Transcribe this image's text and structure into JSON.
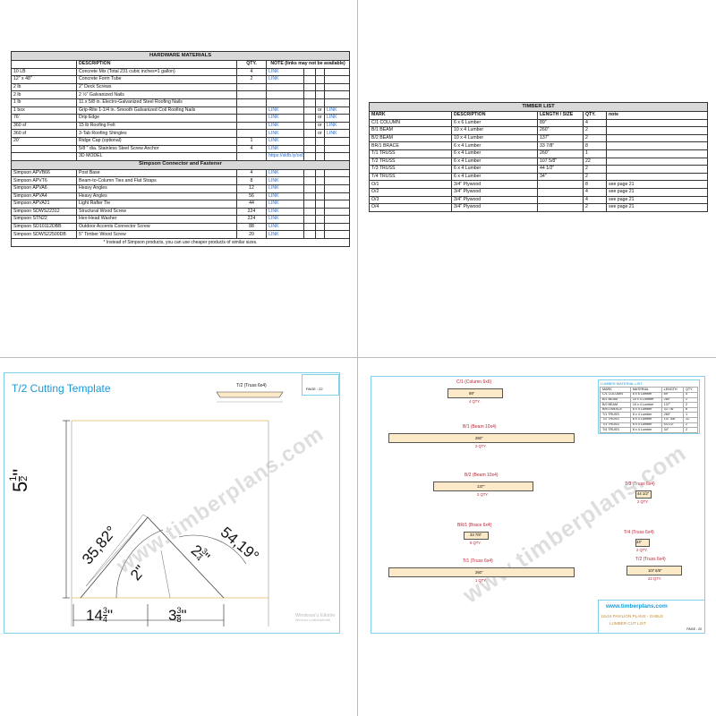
{
  "hardware": {
    "title": "HARDWARE MATERIALS",
    "headers": [
      "",
      "DESCRIPTION",
      "QTY.",
      "NOTE (links may not be available)"
    ],
    "rows": [
      {
        "sku": "10 LB",
        "desc": "Concrete Mix (Total 231 cubic inches=1 gallon)",
        "qty": "4",
        "l1": "LINK",
        "or": "",
        "l2": ""
      },
      {
        "sku": "12\" x 48\"",
        "desc": "Concrete Form Tube",
        "qty": "2",
        "l1": "LINK",
        "or": "",
        "l2": ""
      },
      {
        "sku": "2 lb",
        "desc": "2\" Deck Screws",
        "qty": "",
        "l1": "",
        "or": "",
        "l2": ""
      },
      {
        "sku": "2 lb",
        "desc": "2 ½\" Galvanized Nails",
        "qty": "",
        "l1": "",
        "or": "",
        "l2": ""
      },
      {
        "sku": "1 lb",
        "desc": "11 x 5/8 in. Electro-Galvanized Steel Roofing Nails",
        "qty": "",
        "l1": "",
        "or": "",
        "l2": ""
      },
      {
        "sku": "1 box",
        "desc": "Grip-Rite 1-1/4 in. Smooth Galvanized Coil Roofing Nails",
        "qty": "",
        "l1": "LINK",
        "or": "or",
        "l2": "LINK"
      },
      {
        "sku": "76'",
        "desc": "Drip Edge",
        "qty": "",
        "l1": "LINK",
        "or": "or",
        "l2": "LINK"
      },
      {
        "sku": "360 sf",
        "desc": "15 lb Roofing Felt",
        "qty": "",
        "l1": "LINK",
        "or": "or",
        "l2": "LINK"
      },
      {
        "sku": "360 sf",
        "desc": "3-Tab Roofing Shingles",
        "qty": "",
        "l1": "LINK",
        "or": "or",
        "l2": "LINK"
      },
      {
        "sku": "20'",
        "desc": "Ridge Cap (optional)",
        "qty": "1",
        "l1": "LINK",
        "or": "",
        "l2": ""
      },
      {
        "sku": "",
        "desc": "5/8 \" dia. Stainless Steel Screw Anchor",
        "qty": "4",
        "l1": "LINK",
        "or": "",
        "l2": ""
      },
      {
        "sku": "",
        "desc": "3D MODEL",
        "qty": "",
        "l1": "https://skfb.ly/ox87n",
        "or": "",
        "l2": ""
      }
    ],
    "simpson_title": "Simpson Connector and Fastener",
    "simpson_rows": [
      {
        "sku": "Simpson APVB66",
        "desc": "Post Base",
        "qty": "4",
        "l1": "LINK"
      },
      {
        "sku": "Simpson APVT6",
        "desc": "Beam-to-Column Ties and Flat Straps",
        "qty": "8",
        "l1": "LINK"
      },
      {
        "sku": "Simpson APVA6",
        "desc": "Heavy Angles",
        "qty": "12",
        "l1": "LINK"
      },
      {
        "sku": "Simpson APVA4",
        "desc": "Heavy Angles",
        "qty": "56",
        "l1": "LINK"
      },
      {
        "sku": "Simpson APVA21",
        "desc": "Light Rafter Tie",
        "qty": "44",
        "l1": "LINK"
      },
      {
        "sku": "Simpson SDWS22312",
        "desc": "Structural Wood Screw",
        "qty": "224",
        "l1": "LINK"
      },
      {
        "sku": "Simpson STN22",
        "desc": "Hex-Head Washer",
        "qty": "224",
        "l1": "LINK"
      },
      {
        "sku": "Simpson SD10112DBB",
        "desc": "Outdoor Accents Connector Screw",
        "qty": "88",
        "l1": "LINK"
      },
      {
        "sku": "Simpson SDWS22500DB",
        "desc": "5\" Timber Wood Screw",
        "qty": "20",
        "l1": "LINK"
      }
    ],
    "footnote": "* Instead of Simpson products, you can use cheaper products of similar sizes."
  },
  "timber": {
    "title": "TIMBER LIST",
    "headers": [
      "MARK",
      "DESCRIPTION",
      "LENGTH / SIZE",
      "QTY.",
      "note"
    ],
    "rows": [
      {
        "mark": "C/1   COLUMN",
        "desc": "6 x 6 Lumber",
        "len": "89\"",
        "qty": "4",
        "note": ""
      },
      {
        "mark": "B/1   BEAM",
        "desc": "10 x 4 Lumber",
        "len": "260\"",
        "qty": "2",
        "note": ""
      },
      {
        "mark": "B/2   BEAM",
        "desc": "10 x 4 Lumber",
        "len": "137\"",
        "qty": "2",
        "note": ""
      },
      {
        "mark": "BR/1  BRACE",
        "desc": "6 x 4 Lumber",
        "len": "33 7/8\"",
        "qty": "8",
        "note": ""
      },
      {
        "mark": "T/1   TRUSS",
        "desc": "6 x 4 Lumber",
        "len": "260\"",
        "qty": "1",
        "note": ""
      },
      {
        "mark": "T/2   TRUSS",
        "desc": "6 x 4 Lumber",
        "len": "107 5/8\"",
        "qty": "22",
        "note": ""
      },
      {
        "mark": "T/3   TRUSS",
        "desc": "6 x 4 Lumber",
        "len": "44 1/2\"",
        "qty": "2",
        "note": ""
      },
      {
        "mark": "T/4   TRUSS",
        "desc": "6 x 4 Lumber",
        "len": "34\"",
        "qty": "2",
        "note": ""
      },
      {
        "mark": "O/1",
        "desc": "3/4\" Plywood",
        "len": "",
        "qty": "8",
        "note": "see page 21"
      },
      {
        "mark": "O/2",
        "desc": "3/4\" Plywood",
        "len": "",
        "qty": "4",
        "note": "see page 21"
      },
      {
        "mark": "O/3",
        "desc": "3/4\" Plywood",
        "len": "",
        "qty": "4",
        "note": "see page 21"
      },
      {
        "mark": "O/4",
        "desc": "3/4\" Plywood",
        "len": "",
        "qty": "2",
        "note": "see page 21"
      }
    ]
  },
  "cutting": {
    "title": "T/2 Cutting Template",
    "truss_label": "T/2  (Truss 6x4)",
    "page_label": "PAGE : 22",
    "dim_height": "5 1/2\"",
    "dim_height_whole": "5",
    "dim_height_frac_num": "1",
    "dim_height_frac_den": "2",
    "angle_left": "35,82°",
    "angle_right": "54,19°",
    "dim_2": "2\"",
    "dim_2_34": "2 3/4\"",
    "dim_2_34_whole": "2",
    "dim_2_34_num": "3",
    "dim_2_34_den": "4",
    "dim_14": "14 3/4\"",
    "dim_14_whole": "14",
    "dim_14_num": "3",
    "dim_14_den": "4",
    "dim_3": "3 3/8\"",
    "dim_3_whole": "3",
    "dim_3_num": "3",
    "dim_3_den": "8",
    "watermark": "www.timberplans.com",
    "os_watermark_1": "Windows'u Etkinle",
    "os_watermark_2": "Windows'u etkinleştirmek"
  },
  "cutlist": {
    "watermark": "www.timberplans.com",
    "pieces": [
      {
        "label": "C/1  (Column 6x6)",
        "dim": "89\"",
        "total": "4 QTY."
      },
      {
        "label": "B/1  (Beam 10x4)",
        "dim": "260\"",
        "total": "2 QTY."
      },
      {
        "label": "B/2  (Beam 10x4)",
        "dim": "137\"",
        "total": "2 QTY."
      },
      {
        "label": "BR/1  (Brace 6x4)",
        "dim": "33 7/8\"",
        "total": "8 QTY."
      },
      {
        "label": "T/1  (Truss 6x4)",
        "dim": "260\"",
        "total": "1 QTY."
      },
      {
        "label": "T/3  (Truss 6x4)",
        "dim": "44 1/2\"",
        "total": "2 QTY."
      },
      {
        "label": "T/4  (Truss 6x4)",
        "dim": "34\"",
        "total": "2 QTY."
      },
      {
        "label": "T/2  (Truss 6x4)",
        "dim": "107 5/8\"",
        "total": "22 QTY."
      }
    ],
    "mini_title": "LUMBER MATERIAL LIST",
    "mini_headers": [
      "MARK",
      "MATERIAL",
      "LENGTH",
      "QTY."
    ],
    "mini_rows": [
      [
        "C/1  COLUMN",
        "6 x 6 Lumber",
        "89\"",
        "4"
      ],
      [
        "B/1  BEAM",
        "10 x 4 Lumber",
        "260\"",
        "2"
      ],
      [
        "B/2  BEAM",
        "10 x 4 Lumber",
        "137\"",
        "2"
      ],
      [
        "BR/1 BRACE",
        "6 x 4 Lumber",
        "33 7/8\"",
        "8"
      ],
      [
        "T/1  TRUSS",
        "6 x 4 Lumber",
        "260\"",
        "1"
      ],
      [
        "T/2  TRUSS",
        "6 x 4 Lumber",
        "107 5/8\"",
        "22"
      ],
      [
        "T/3  TRUSS",
        "6 x 4 Lumber",
        "44 1/2\"",
        "2"
      ],
      [
        "T/4  TRUSS",
        "6 x 4 Lumber",
        "34\"",
        "2"
      ]
    ],
    "site": "www.timberplans.com",
    "plan": "12x16 PAVILION PLANS - GABLE",
    "sheet": "LUMBER CUT LIST",
    "page": "PAGE : 20"
  }
}
